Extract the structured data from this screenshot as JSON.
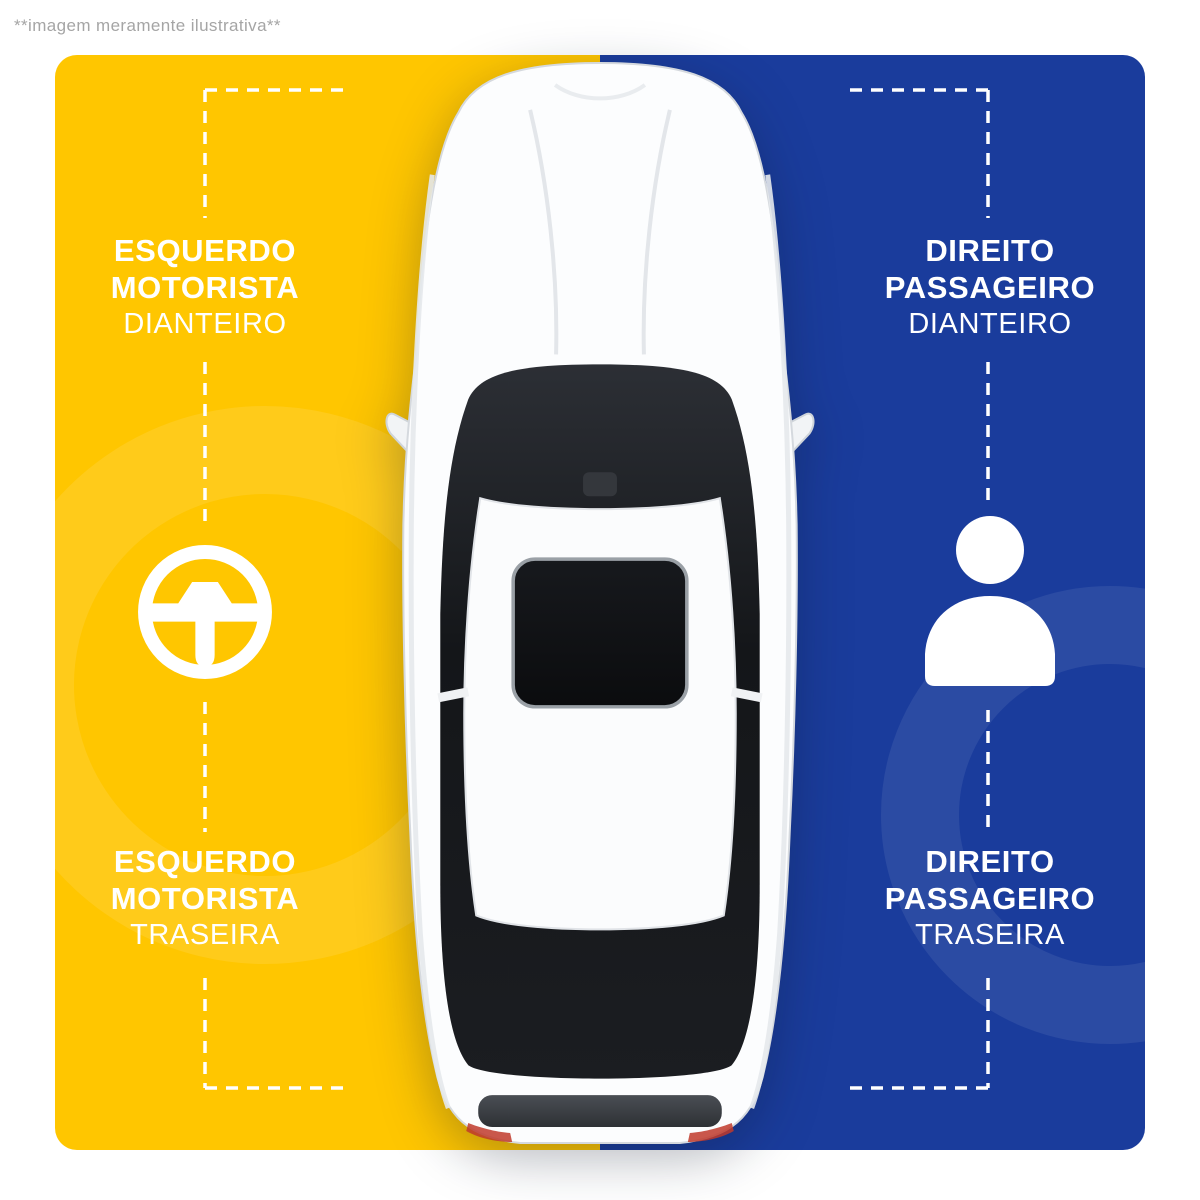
{
  "disclaimer": "**imagem meramente ilustrativa**",
  "colors": {
    "left_bg": "#FFC600",
    "right_bg": "#1A3C9C",
    "label_text": "#FFFFFF",
    "disclaimer_text": "#A5A5A5"
  },
  "left_side": {
    "icon": "steering-wheel-icon",
    "front": {
      "line1": "ESQUERDO",
      "line2": "MOTORISTA",
      "line3": "DIANTEIRO"
    },
    "rear": {
      "line1": "ESQUERDO",
      "line2": "MOTORISTA",
      "line3": "TRASEIRA"
    }
  },
  "right_side": {
    "icon": "passenger-icon",
    "front": {
      "line1": "DIREITO",
      "line2": "PASSAGEIRO",
      "line3": "DIANTEIRO"
    },
    "rear": {
      "line1": "DIREITO",
      "line2": "PASSAGEIRO",
      "line3": "TRASEIRA"
    }
  }
}
